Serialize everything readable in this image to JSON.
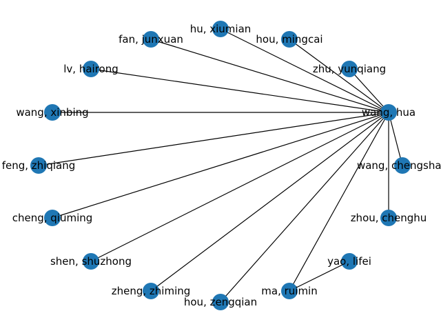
{
  "node_color": "#1f77b4",
  "edge_color": "#000000",
  "hub": "wang-hua",
  "nodes": [
    {
      "id": "wang-hua",
      "label": "wang, hua"
    },
    {
      "id": "zhu-yunqiang",
      "label": "zhu, yunqiang"
    },
    {
      "id": "hou-mingcai",
      "label": "hou, mingcai"
    },
    {
      "id": "hu-xiumian",
      "label": "hu, xiumian"
    },
    {
      "id": "fan-junxuan",
      "label": "fan, junxuan"
    },
    {
      "id": "lv-hairong",
      "label": "lv, hairong"
    },
    {
      "id": "wang-xinbing",
      "label": "wang, xinbing"
    },
    {
      "id": "feng-zhiqiang",
      "label": "feng, zhiqiang"
    },
    {
      "id": "cheng-qiuming",
      "label": "cheng, qiuming"
    },
    {
      "id": "shen-shuzhong",
      "label": "shen, shuzhong"
    },
    {
      "id": "zheng-zhiming",
      "label": "zheng, zhiming"
    },
    {
      "id": "hou-zengqian",
      "label": "hou, zengqian"
    },
    {
      "id": "ma-ruimin",
      "label": "ma, ruimin"
    },
    {
      "id": "yao-lifei",
      "label": "yao, lifei"
    },
    {
      "id": "zhou-chenghu",
      "label": "zhou, chenghu"
    },
    {
      "id": "wang-chengshan",
      "label": "wang, chengshan"
    }
  ],
  "edges": [
    [
      "wang-hua",
      "zhu-yunqiang"
    ],
    [
      "wang-hua",
      "hou-mingcai"
    ],
    [
      "wang-hua",
      "hu-xiumian"
    ],
    [
      "wang-hua",
      "fan-junxuan"
    ],
    [
      "wang-hua",
      "lv-hairong"
    ],
    [
      "wang-hua",
      "wang-xinbing"
    ],
    [
      "wang-hua",
      "feng-zhiqiang"
    ],
    [
      "wang-hua",
      "cheng-qiuming"
    ],
    [
      "wang-hua",
      "shen-shuzhong"
    ],
    [
      "wang-hua",
      "zheng-zhiming"
    ],
    [
      "wang-hua",
      "hou-zengqian"
    ],
    [
      "wang-hua",
      "ma-ruimin"
    ],
    [
      "wang-hua",
      "zhou-chenghu"
    ],
    [
      "wang-hua",
      "wang-chengshan"
    ],
    [
      "ma-ruimin",
      "yao-lifei"
    ]
  ]
}
